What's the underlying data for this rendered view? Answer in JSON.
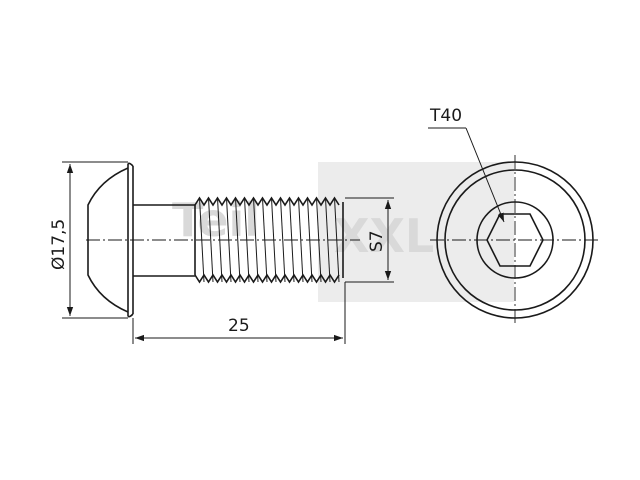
{
  "watermark": {
    "text_left": "Teil",
    "text_right": "XXL"
  },
  "dimensions": {
    "head_diameter": "Ø17,5",
    "length": "25",
    "thread": "S7",
    "drive": "T40"
  }
}
